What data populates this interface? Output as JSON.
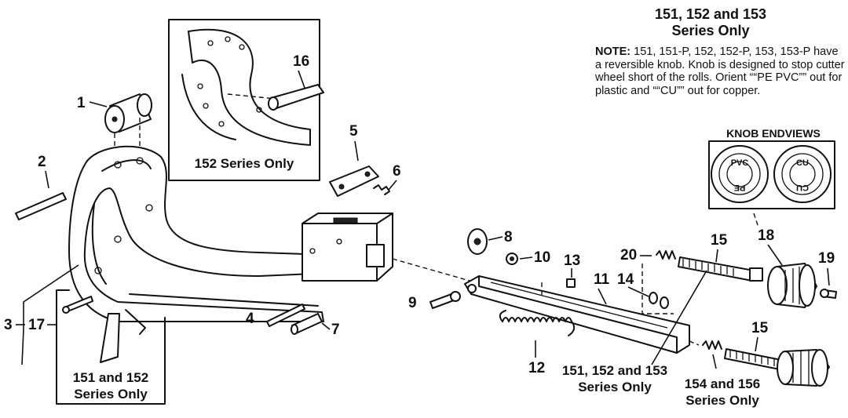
{
  "header": {
    "series_line1": "151, 152 and 153",
    "series_line2": "Series Only"
  },
  "note": {
    "label": "NOTE:",
    "text": "151, 151-P, 152, 152-P, 153, 153-P have a reversible knob. Knob is designed to stop cutter wheel short of the rolls. Orient ““PE PVC”” out for plastic and ““CU”” out for copper."
  },
  "knob_endviews": {
    "title": "KNOB ENDVIEWS",
    "left_top": "PVC",
    "left_bottom": "PE",
    "right_top": "CU",
    "right_bottom": "CU"
  },
  "insets": {
    "inset_152": "152 Series Only",
    "inset_151_152_line1": "151 and 152",
    "inset_151_152_line2": "Series Only"
  },
  "captions": {
    "mid_line1": "151, 152 and 153",
    "mid_line2": "Series Only",
    "right_line1": "154 and 156",
    "right_line2": "Series Only"
  },
  "callouts": {
    "c1": "1",
    "c2": "2",
    "c3": "3",
    "c4": "4",
    "c5": "5",
    "c6": "6",
    "c7": "7",
    "c8": "8",
    "c9": "9",
    "c10": "10",
    "c11": "11",
    "c12": "12",
    "c13": "13",
    "c14": "14",
    "c15a": "15",
    "c15b": "15",
    "c16": "16",
    "c17": "17",
    "c18": "18",
    "c19": "19",
    "c20": "20"
  }
}
